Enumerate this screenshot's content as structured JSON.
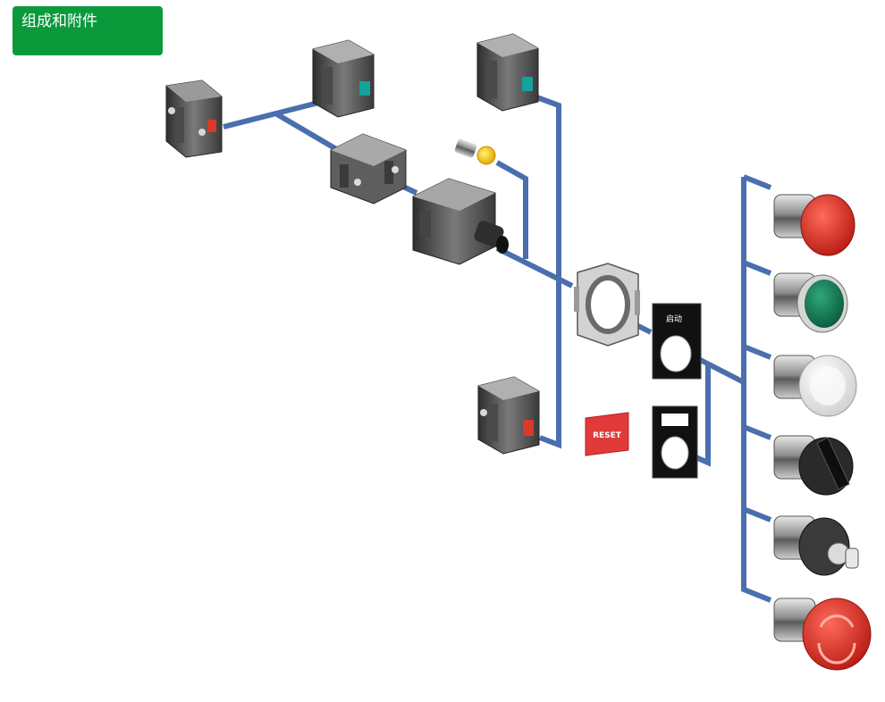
{
  "title": "组成和附件",
  "legend_plate_text": "启动",
  "reset_label": "RESET",
  "colors": {
    "badge_bg": "#0a9a3c",
    "connector": "#4a6fae",
    "block_body": "#6e6e6e",
    "block_dark": "#3e3e3e",
    "contact_nc_red": "#d93a2a",
    "contact_no_teal": "#14a39a",
    "lamp_yellow": "#f5c400",
    "head_red": "#d9231a",
    "head_green": "#0f7a55",
    "head_white": "#f2f2f2",
    "selector_black": "#222222",
    "mushroom_red": "#e0251a",
    "reset_red": "#e03a3a"
  },
  "components": [
    {
      "name": "contact-block-nc-left",
      "icon": "contact-block-icon"
    },
    {
      "name": "contact-block-no-top",
      "icon": "contact-block-icon"
    },
    {
      "name": "contact-block-no-top-right",
      "icon": "contact-block-icon"
    },
    {
      "name": "mounting-adapter",
      "icon": "adapter-icon"
    },
    {
      "name": "led-lamp",
      "icon": "bulb-icon"
    },
    {
      "name": "light-module",
      "icon": "light-module-icon"
    },
    {
      "name": "mounting-collar",
      "icon": "collar-icon"
    },
    {
      "name": "legend-plate",
      "icon": "legend-plate-icon"
    },
    {
      "name": "contact-block-nc-bottom",
      "icon": "contact-block-icon"
    },
    {
      "name": "reset-label-plate",
      "icon": "label-icon"
    },
    {
      "name": "legend-holder",
      "icon": "legend-holder-icon"
    },
    {
      "name": "head-flush-red",
      "icon": "push-button-icon"
    },
    {
      "name": "head-flush-green",
      "icon": "push-button-icon"
    },
    {
      "name": "head-illuminated-white",
      "icon": "push-button-icon"
    },
    {
      "name": "head-selector",
      "icon": "selector-switch-icon"
    },
    {
      "name": "head-key-switch",
      "icon": "key-switch-icon"
    },
    {
      "name": "head-emergency-mushroom",
      "icon": "emergency-stop-icon"
    }
  ]
}
